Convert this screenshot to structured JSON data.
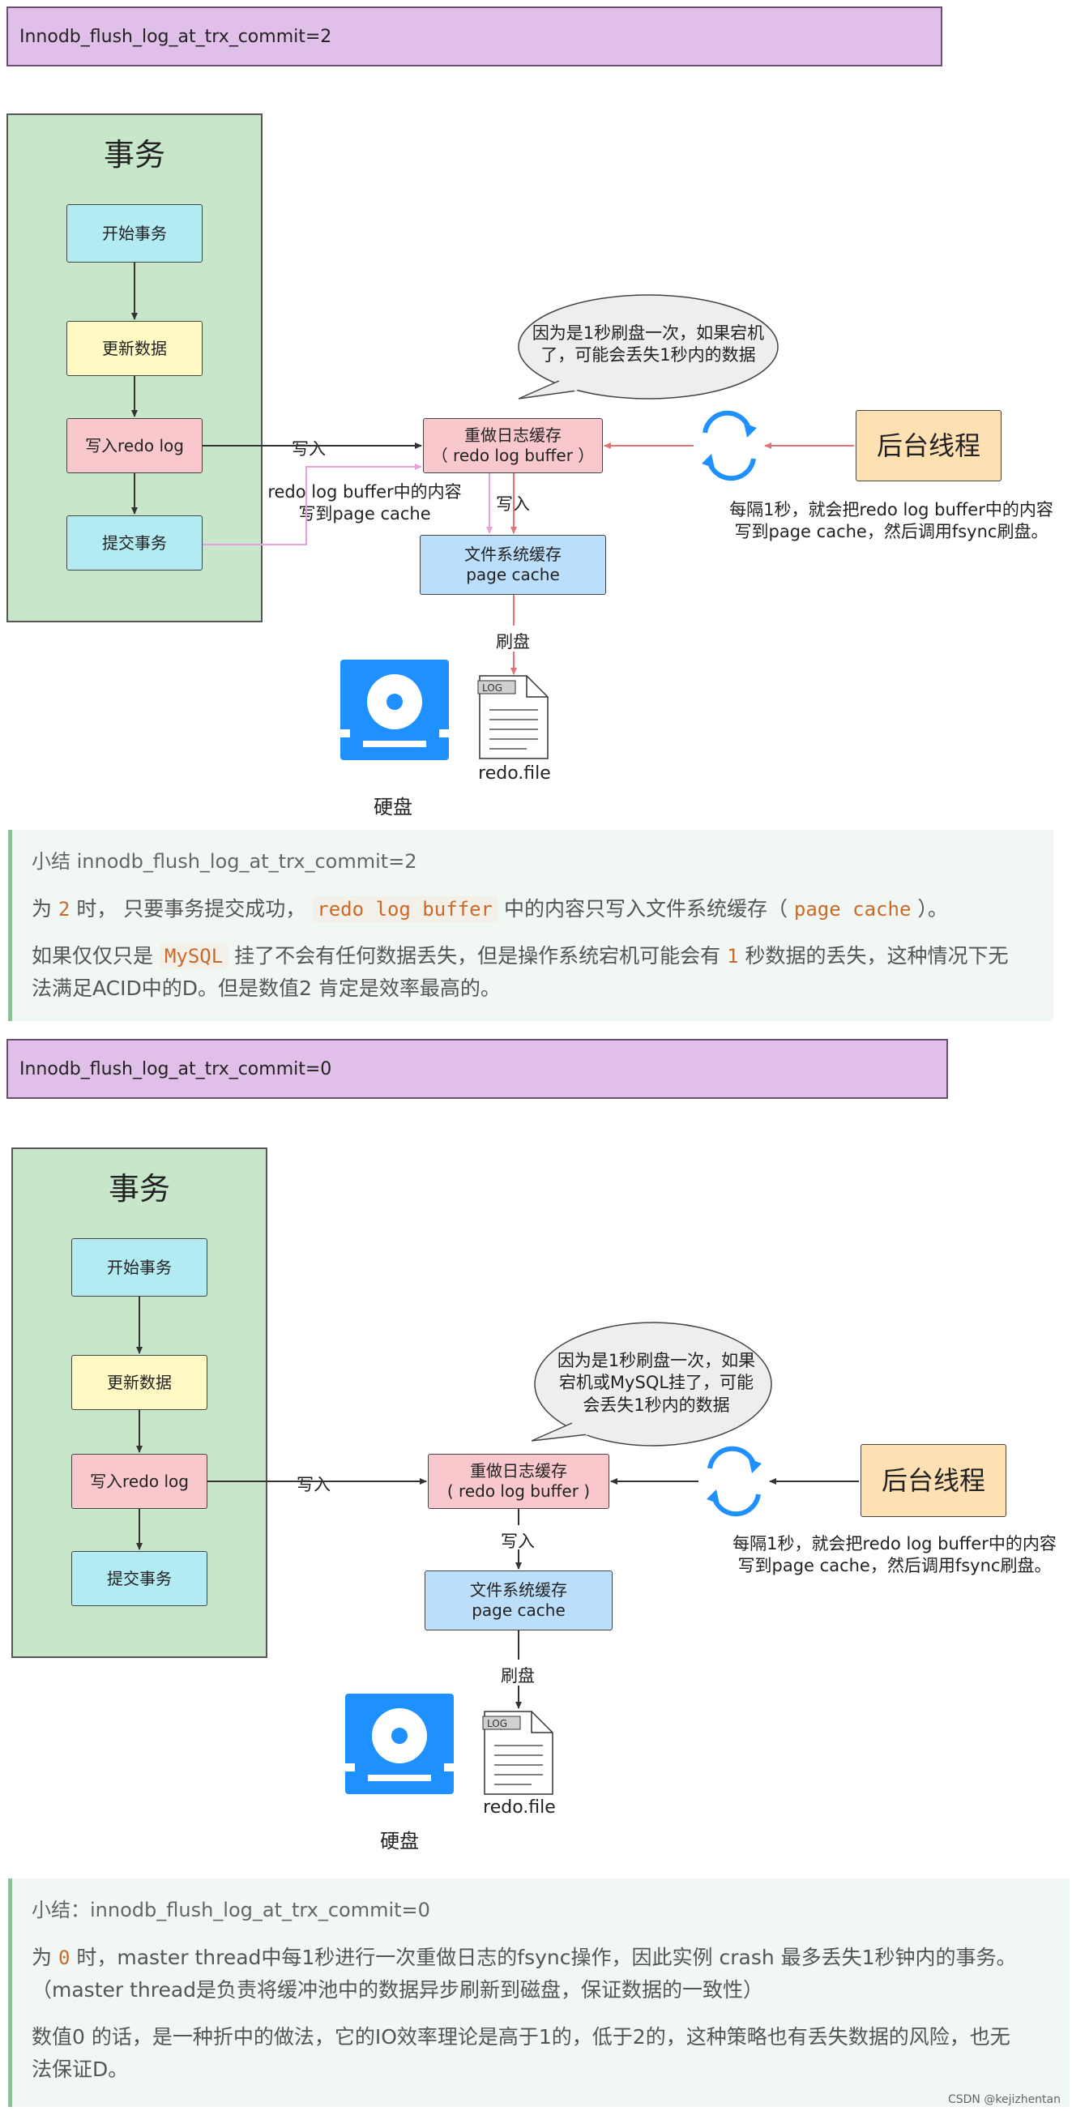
{
  "section1": {
    "header": "Innodb_flush_log_at_trx_commit=2",
    "transaction_title": "事务",
    "steps": [
      "开始事务",
      "更新数据",
      "写入redo log",
      "提交事务"
    ],
    "write_label": "写入",
    "redo_buffer": {
      "line1": "重做日志缓存",
      "line2": "（ redo log buffer ）"
    },
    "bubble": {
      "line1": "因为是1秒刷盘一次，如果宕机",
      "line2": "了，可能会丢失1秒内的数据"
    },
    "commit_note": {
      "line1": "redo log buffer中的内容",
      "line2": "写到page cache"
    },
    "write_label2": "写入",
    "page_cache": {
      "line1": "文件系统缓存",
      "line2": "page cache"
    },
    "flush_label": "刷盘",
    "bg_thread": "后台线程",
    "bg_note": {
      "line1": "每隔1秒，就会把redo log buffer中的内容",
      "line2": "写到page cache，然后调用fsync刷盘。"
    },
    "disk_label": "硬盘",
    "file_tag": "LOG",
    "file_label": "redo.file"
  },
  "summary1": {
    "title": "小结 innodb_flush_log_at_trx_commit=2",
    "p1": {
      "a": "为 ",
      "b": "2",
      "c": " 时， 只要事务提交成功， ",
      "d": "redo log buffer",
      "e": " 中的内容只写入文件系统缓存（ ",
      "f": "page cache",
      "g": " ）。"
    },
    "p2": {
      "a": "如果仅仅只是 ",
      "b": "MySQL",
      "c": " 挂了不会有任何数据丢失，但是操作系统宕机可能会有 ",
      "d": "1",
      "e": " 秒数据的丢失，这种情况下无",
      "f": "法满足ACID中的D。但是数值2 肯定是效率最高的。"
    }
  },
  "section2": {
    "header": "Innodb_flush_log_at_trx_commit=0",
    "transaction_title": "事务",
    "steps": [
      "开始事务",
      "更新数据",
      "写入redo log",
      "提交事务"
    ],
    "write_label": "写入",
    "redo_buffer": {
      "line1": "重做日志缓存",
      "line2": "( redo log buffer )"
    },
    "bubble": {
      "line1": "因为是1秒刷盘一次，如果",
      "line2": "宕机或MySQL挂了，可能",
      "line3": "会丢失1秒内的数据"
    },
    "write_label2": "写入",
    "page_cache": {
      "line1": "文件系统缓存",
      "line2": "page cache"
    },
    "flush_label": "刷盘",
    "bg_thread": "后台线程",
    "bg_note": {
      "line1": "每隔1秒，就会把redo log buffer中的内容",
      "line2": "写到page cache，然后调用fsync刷盘。"
    },
    "disk_label": "硬盘",
    "file_tag": "LOG",
    "file_label": "redo.file"
  },
  "summary2": {
    "title": "小结：innodb_flush_log_at_trx_commit=0",
    "p1": {
      "a": "为 ",
      "b": "0",
      "c": " 时，master thread中每1秒进行一次重做日志的fsync操作，因此实例 crash 最多丢失1秒钟内的事务。",
      "d": "（master thread是负责将缓冲池中的数据异步刷新到磁盘，保证数据的一致性）"
    },
    "p2": {
      "a": "数值0 的话，是一种折中的做法，它的IO效率理论是高于1的，低于2的，这种策略也有丢失数据的风险，也无",
      "b": "法保证D。"
    }
  },
  "watermark": "CSDN @kejizhentan",
  "colors": {
    "header_bg": "#e0bfe8",
    "panel_bg": "#c8e6c9",
    "arrow_red": "#e57373",
    "arrow_pink": "#e8a0e0",
    "disk_blue": "#1e90ff",
    "code_orange": "#c96a2b"
  },
  "icons": [
    "refresh-cycle-icon",
    "hard-disk-icon",
    "log-file-icon"
  ]
}
